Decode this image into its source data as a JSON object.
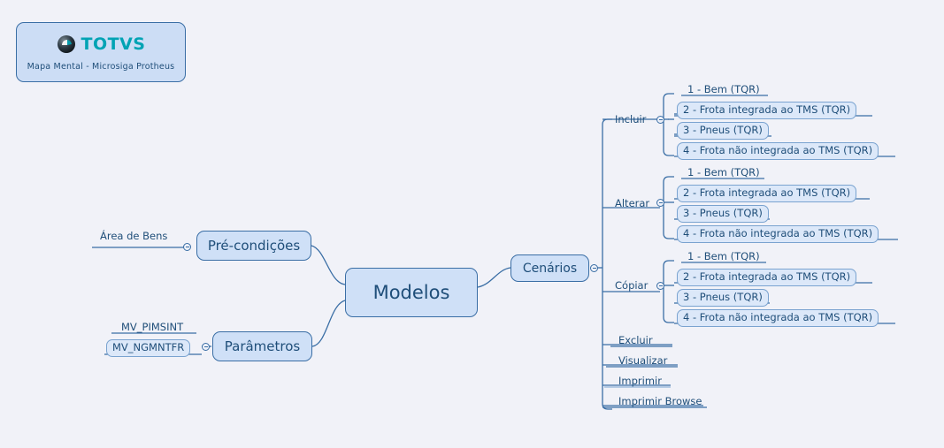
{
  "background_color": "#f1f2f8",
  "accent_color": "#1f4e79",
  "node_fill": "#cfe0f7",
  "root_fill": "#6aa4dc",
  "legend": {
    "logo_text": "TOTVS",
    "logo_icon": "totvs-sphere-icon",
    "subtitle": "Mapa Mental - Microsiga Protheus"
  },
  "root": {
    "label": "Modelos"
  },
  "left_branches": [
    {
      "node_label": "Pré-condições",
      "children": [
        {
          "label": "Área de Bens",
          "boxed": false
        }
      ]
    },
    {
      "node_label": "Parâmetros",
      "children": [
        {
          "label": "MV_PIMSINT",
          "boxed": false
        },
        {
          "label": "MV_NGMNTFR",
          "boxed": true
        }
      ]
    }
  ],
  "right_branch": {
    "node_label": "Cenários",
    "groups": [
      {
        "label": "Incluir",
        "items": [
          {
            "label": "1 - Bem (TQR)",
            "boxed": false
          },
          {
            "label": "2 - Frota integrada ao TMS (TQR)",
            "boxed": true
          },
          {
            "label": "3 - Pneus (TQR)",
            "boxed": true
          },
          {
            "label": "4 - Frota não integrada ao TMS (TQR)",
            "boxed": true
          }
        ]
      },
      {
        "label": "Alterar",
        "items": [
          {
            "label": "1 - Bem (TQR)",
            "boxed": false
          },
          {
            "label": "2 - Frota integrada ao TMS (TQR)",
            "boxed": true
          },
          {
            "label": "3 - Pneus (TQR)",
            "boxed": true
          },
          {
            "label": "4 - Frota não integrada ao TMS (TQR)",
            "boxed": true
          }
        ]
      },
      {
        "label": "Cópiar",
        "items": [
          {
            "label": "1 - Bem (TQR)",
            "boxed": false
          },
          {
            "label": "2 - Frota integrada ao TMS (TQR)",
            "boxed": true
          },
          {
            "label": "3 - Pneus (TQR)",
            "boxed": true
          },
          {
            "label": "4 - Frota não integrada ao TMS (TQR)",
            "boxed": true
          }
        ]
      }
    ],
    "leaves": [
      {
        "label": "Excluir"
      },
      {
        "label": "Visualizar"
      },
      {
        "label": "Imprimir"
      },
      {
        "label": "Imprimir Browse"
      }
    ]
  }
}
